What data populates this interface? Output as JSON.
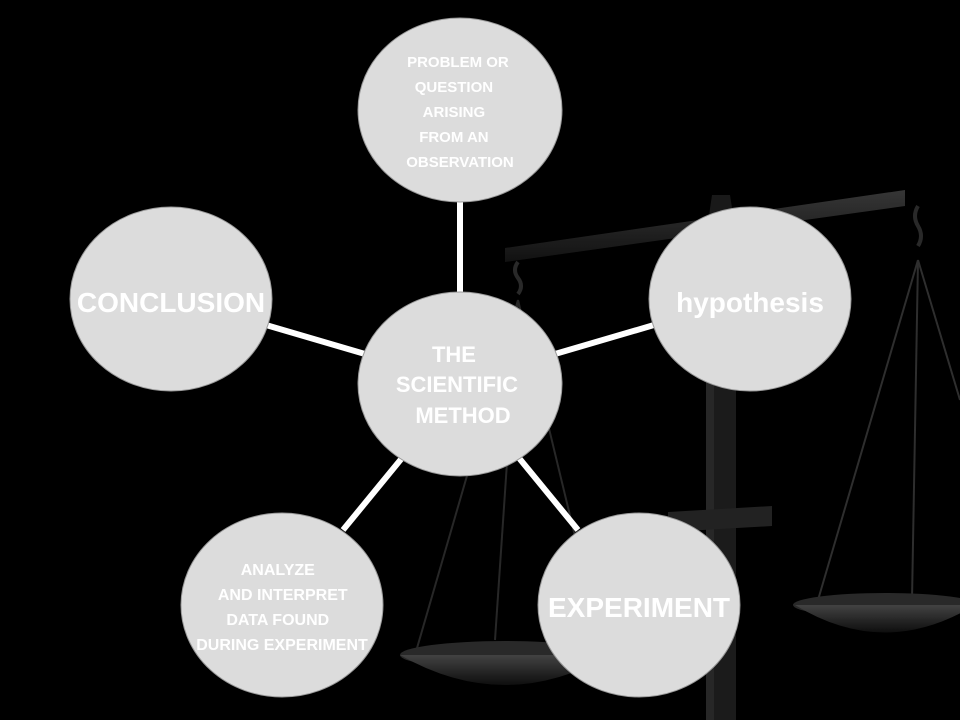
{
  "diagram": {
    "center": {
      "lines": [
        "THE",
        "SCIENTIFIC",
        "METHOD"
      ]
    },
    "nodes": [
      {
        "id": "problem",
        "lines": [
          "PROBLEM  OR",
          "QUESTION",
          "ARISING",
          "FROM AN",
          "OBSERVATION"
        ]
      },
      {
        "id": "hypothesis",
        "lines": [
          "hypothesis"
        ]
      },
      {
        "id": "experiment",
        "lines": [
          "EXPERIMENT"
        ]
      },
      {
        "id": "analyze",
        "lines": [
          "ANALYZE",
          "AND INTERPRET",
          "DATA FOUND",
          "DURING EXPERIMENT"
        ]
      },
      {
        "id": "conclusion",
        "lines": [
          "CONCLUSION"
        ]
      }
    ],
    "edges": [
      [
        "center",
        "problem"
      ],
      [
        "center",
        "hypothesis"
      ],
      [
        "center",
        "experiment"
      ],
      [
        "center",
        "analyze"
      ],
      [
        "center",
        "conclusion"
      ]
    ],
    "colors": {
      "background": "#000000",
      "node_fill": "#dcdcdc",
      "text": "#ffffff",
      "connector": "#ffffff",
      "scale": "#2a2a2a"
    }
  }
}
